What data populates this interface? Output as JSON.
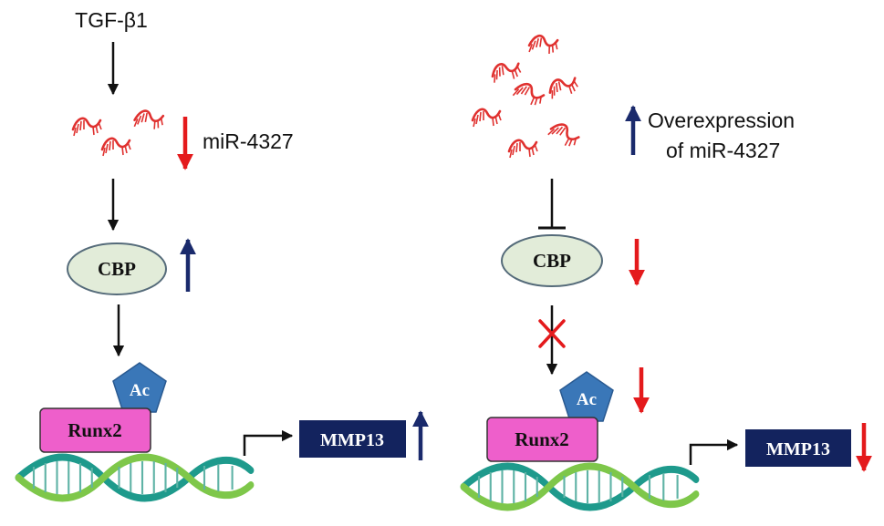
{
  "left_panel": {
    "stimulus": "TGF-β1",
    "mirna_label": "miR-4327",
    "cbp_label": "CBP",
    "acetyl_label": "Ac",
    "runx2_label": "Runx2",
    "target_label": "MMP13",
    "mirna_change": "down",
    "cbp_change": "up",
    "target_change": "up"
  },
  "right_panel": {
    "mirna_label_line1": "Overexpression",
    "mirna_label_line2": "of miR-4327",
    "cbp_label": "CBP",
    "acetyl_label": "Ac",
    "runx2_label": "Runx2",
    "target_label": "MMP13",
    "mirna_change": "up",
    "cbp_change": "down",
    "acetyl_change": "down",
    "target_change": "down"
  },
  "colors": {
    "arrow_up": "#1a2a6c",
    "arrow_down": "#e41a1c",
    "mirna": "#e0312f",
    "cbp_fill": "#e2ecd9",
    "acetyl_fill": "#3a77b8",
    "runx2_fill": "#ee5fcb",
    "target_fill": "#13235e",
    "dna_strand_a": "#1e9a8c",
    "dna_strand_b": "#7ec74a"
  }
}
